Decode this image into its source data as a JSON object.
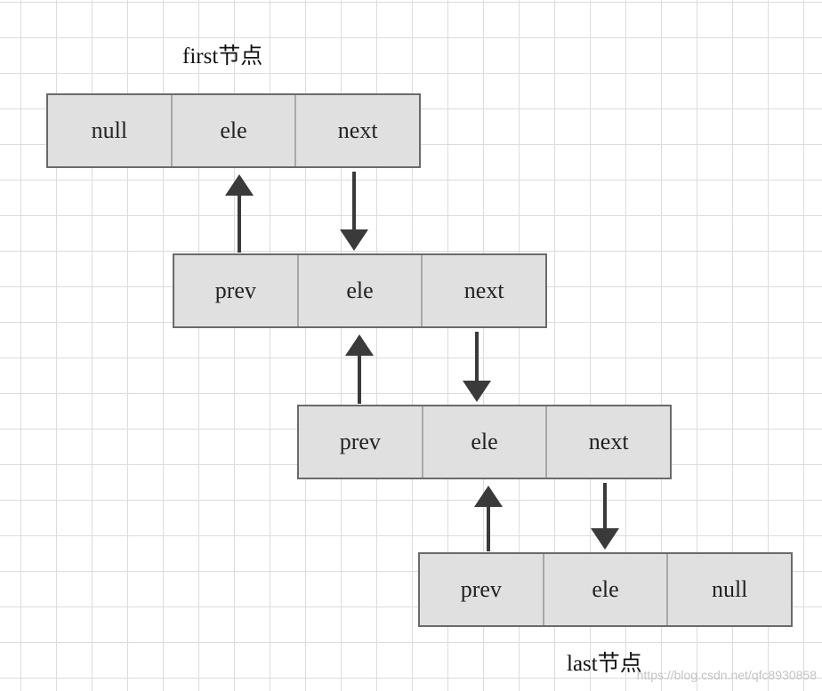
{
  "labels": {
    "first": "first节点",
    "last": "last节点"
  },
  "nodes": [
    {
      "fields": [
        "null",
        "ele",
        "next"
      ]
    },
    {
      "fields": [
        "prev",
        "ele",
        "next"
      ]
    },
    {
      "fields": [
        "prev",
        "ele",
        "next"
      ]
    },
    {
      "fields": [
        "prev",
        "ele",
        "null"
      ]
    }
  ],
  "watermark": "https://blog.csdn.net/qfc8930858",
  "colors": {
    "node_fill": "#e0e0e0",
    "node_border": "#6a6a6a",
    "arrow": "#3a3a3a",
    "grid": "#dcdcdc"
  }
}
